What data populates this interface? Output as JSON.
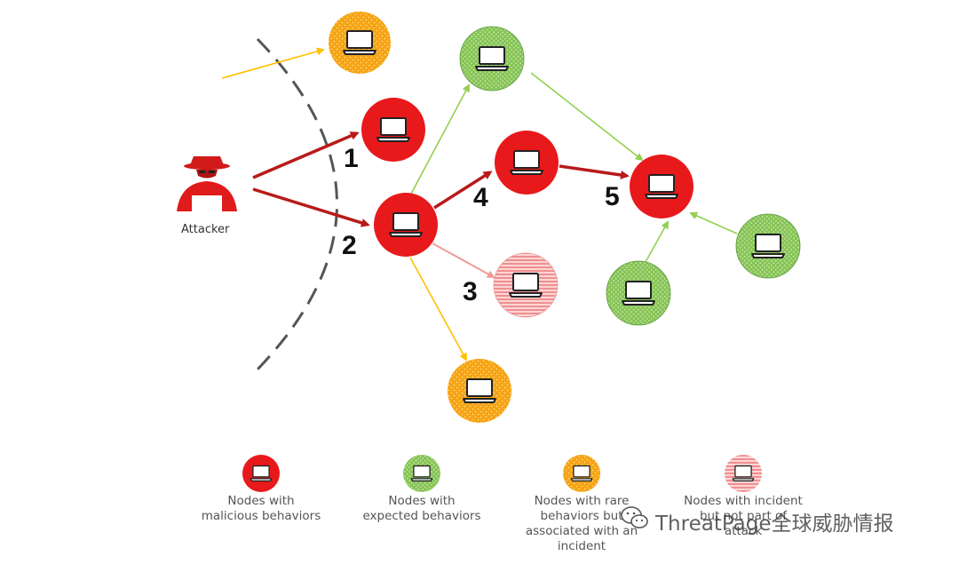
{
  "attacker": {
    "label": "Attacker"
  },
  "step_labels": [
    "1",
    "2",
    "3",
    "4",
    "5"
  ],
  "legend": [
    {
      "label": "Nodes with\nmalicious behaviors",
      "color": "#e8191b"
    },
    {
      "label": "Nodes with\nexpected behaviors",
      "color": "#8cc85a"
    },
    {
      "label": "Nodes with rare\nbehaviors but\nassociated with an\nincident",
      "color": "#f5a417"
    },
    {
      "label": "Nodes with incident\nbut not part of\nattack",
      "color": "#f4a3a3"
    }
  ],
  "watermark": {
    "text": "ThreatPage全球威胁情报"
  },
  "colors": {
    "malicious": "#e8191b",
    "expected": "#8cc85a",
    "rare": "#f5a417",
    "incident": "#f4a3a3",
    "arrow_red": "#b81a1a",
    "arrow_green": "#92d050",
    "arrow_yellow": "#ffc000",
    "arrow_pink": "#f19b9b"
  },
  "icons": {
    "node": "laptop-icon",
    "attacker": "hacker-icon",
    "watermark": "wechat-icon"
  }
}
